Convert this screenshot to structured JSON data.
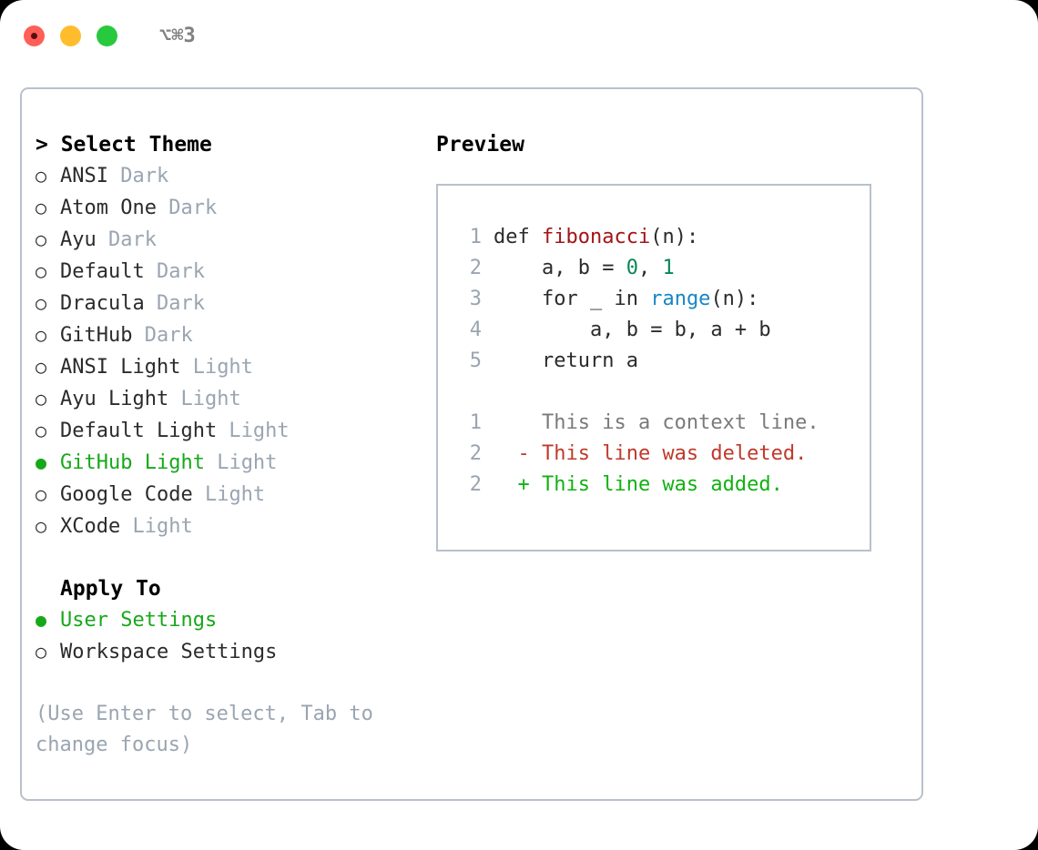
{
  "titlebar": {
    "shortcut": "⌥⌘3",
    "buttons": [
      "close",
      "minimize",
      "maximize"
    ]
  },
  "theme_list": {
    "header": "> Select Theme",
    "items": [
      {
        "label": "ANSI",
        "tag": "Dark",
        "selected": false,
        "bullet": "○"
      },
      {
        "label": "Atom One",
        "tag": "Dark",
        "selected": false,
        "bullet": "○"
      },
      {
        "label": "Ayu",
        "tag": "Dark",
        "selected": false,
        "bullet": "○"
      },
      {
        "label": "Default",
        "tag": "Dark",
        "selected": false,
        "bullet": "○"
      },
      {
        "label": "Dracula",
        "tag": "Dark",
        "selected": false,
        "bullet": "○"
      },
      {
        "label": "GitHub",
        "tag": "Dark",
        "selected": false,
        "bullet": "○"
      },
      {
        "label": "ANSI Light",
        "tag": "Light",
        "selected": false,
        "bullet": "○"
      },
      {
        "label": "Ayu Light",
        "tag": "Light",
        "selected": false,
        "bullet": "○"
      },
      {
        "label": "Default Light",
        "tag": "Light",
        "selected": false,
        "bullet": "○"
      },
      {
        "label": "GitHub Light",
        "tag": "Light",
        "selected": true,
        "bullet": "●"
      },
      {
        "label": "Google Code",
        "tag": "Light",
        "selected": false,
        "bullet": "○"
      },
      {
        "label": "XCode",
        "tag": "Light",
        "selected": false,
        "bullet": "○"
      }
    ]
  },
  "apply_to": {
    "header": "Apply To",
    "items": [
      {
        "label": "User Settings",
        "selected": true,
        "bullet": "●"
      },
      {
        "label": "Workspace Settings",
        "selected": false,
        "bullet": "○"
      }
    ]
  },
  "hint": "(Use Enter to select, Tab to change focus)",
  "preview": {
    "title": "Preview",
    "code_lines": [
      {
        "no": "1",
        "indent": "",
        "parts": [
          {
            "t": "def ",
            "k": "plain"
          },
          {
            "t": "fibonacci",
            "k": "fn"
          },
          {
            "t": "(n):",
            "k": "plain"
          }
        ]
      },
      {
        "no": "2",
        "indent": "    ",
        "parts": [
          {
            "t": "a, b = ",
            "k": "plain"
          },
          {
            "t": "0",
            "k": "num"
          },
          {
            "t": ", ",
            "k": "plain"
          },
          {
            "t": "1",
            "k": "num"
          }
        ]
      },
      {
        "no": "3",
        "indent": "    ",
        "parts": [
          {
            "t": "for _ in ",
            "k": "plain"
          },
          {
            "t": "range",
            "k": "call"
          },
          {
            "t": "(n):",
            "k": "plain"
          }
        ]
      },
      {
        "no": "4",
        "indent": "        ",
        "parts": [
          {
            "t": "a, b = b, a + b",
            "k": "plain"
          }
        ]
      },
      {
        "no": "5",
        "indent": "    ",
        "parts": [
          {
            "t": "return a",
            "k": "plain"
          }
        ]
      }
    ],
    "diff_lines": [
      {
        "no": "1",
        "marker": "  ",
        "text": "This is a context line.",
        "kind": "context"
      },
      {
        "no": "2",
        "marker": "- ",
        "text": "This line was deleted.",
        "kind": "deleted"
      },
      {
        "no": "2",
        "marker": "+ ",
        "text": "This line was added.",
        "kind": "added"
      }
    ]
  },
  "colors": {
    "accent_green": "#17a81a",
    "muted": "#9aa5b1",
    "text": "#2b2b2b",
    "border": "#b8c0cc",
    "fn_red": "#a31515",
    "num_teal": "#098658",
    "call_blue": "#1986c4",
    "diff_added": "#12b112",
    "diff_deleted": "#c0392b",
    "traffic_red": "#ff5f57",
    "traffic_amber": "#ffbd2e",
    "traffic_green": "#28c93f"
  }
}
